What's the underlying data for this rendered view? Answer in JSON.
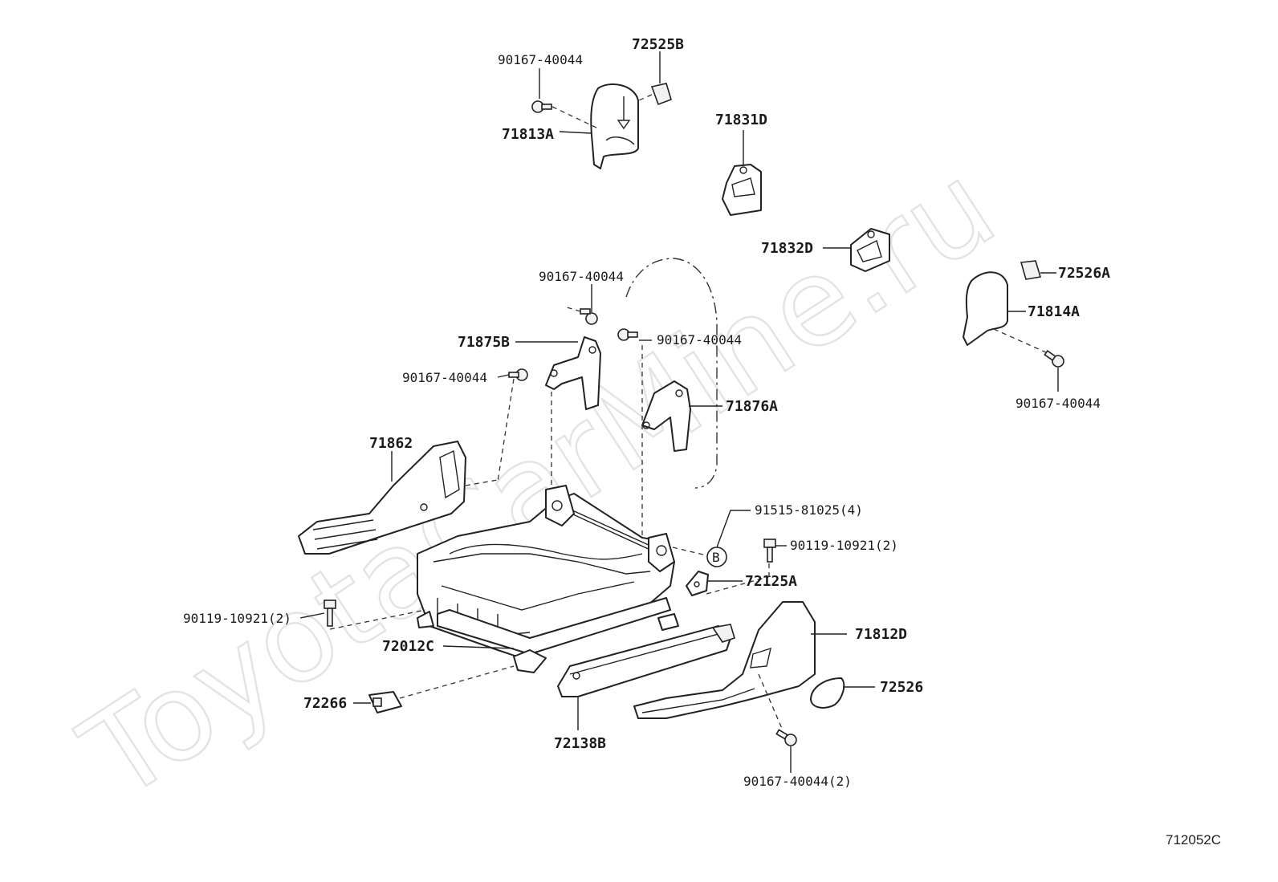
{
  "watermark": "ToyotaCarMine.ru",
  "diagram_code": "712052C",
  "callout_circle": "B",
  "labels": {
    "p_90167_40044_top": "90167-40044",
    "p_72525B": "72525B",
    "p_71813A": "71813A",
    "p_71831D": "71831D",
    "p_71832D": "71832D",
    "p_72526A": "72526A",
    "p_71814A": "71814A",
    "p_90167_40044_right": "90167-40044",
    "p_90167_40044_mid1": "90167-40044",
    "p_90167_40044_mid2": "90167-40044",
    "p_71875B": "71875B",
    "p_90167_40044_left": "90167-40044",
    "p_71876A": "71876A",
    "p_71862": "71862",
    "p_91515_81025": "91515-81025(4)",
    "p_90119_10921_right": "90119-10921(2)",
    "p_72125A": "72125A",
    "p_90119_10921_left": "90119-10921(2)",
    "p_72012C": "72012C",
    "p_71812D": "71812D",
    "p_72526": "72526",
    "p_72266": "72266",
    "p_72138B": "72138B",
    "p_90167_40044_bottom": "90167-40044(2)"
  }
}
